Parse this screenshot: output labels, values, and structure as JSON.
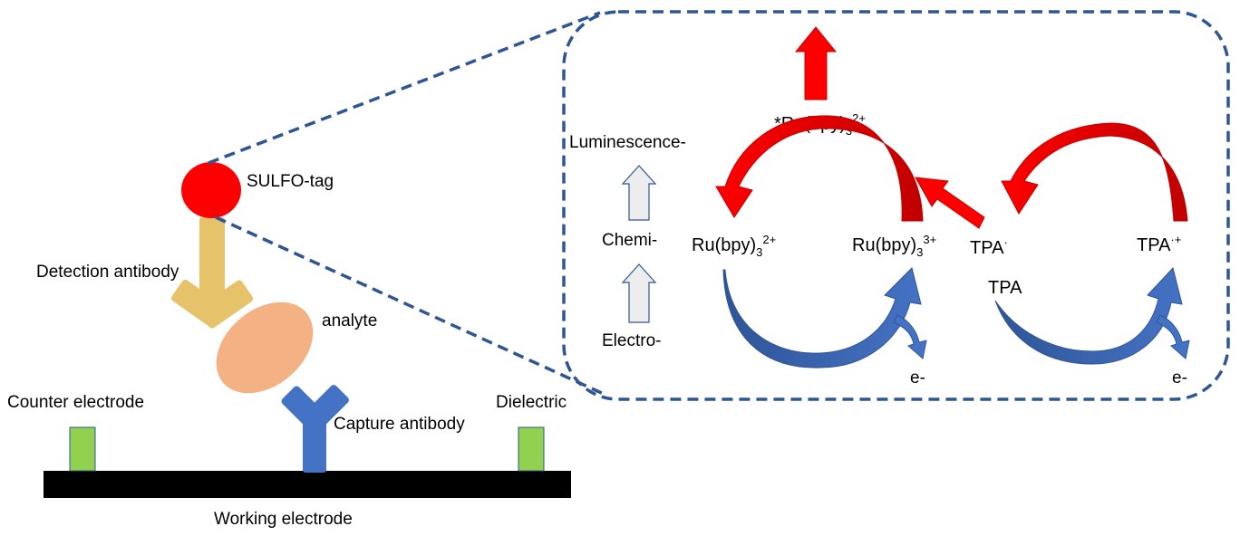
{
  "labels": {
    "sulfo_tag": "SULFO-tag",
    "detection_antibody": "Detection antibody",
    "analyte": "analyte",
    "capture_antibody": "Capture antibody",
    "counter_electrode": "Counter electrode",
    "dielectric": "Dielectric",
    "working_electrode": "Working electrode"
  },
  "inset": {
    "steps": [
      "Luminescence-",
      "Chemi-",
      "Electro-"
    ],
    "excited_state": {
      "base": "*Ru(bpy)",
      "sub": "3",
      "sup": "2+"
    },
    "ru2": {
      "base": "Ru(bpy)",
      "sub": "3",
      "sup": "2+"
    },
    "ru3": {
      "base": "Ru(bpy)",
      "sub": "3",
      "sup": "3+"
    },
    "tpa_radical": {
      "base": "TPA",
      "sup": "·"
    },
    "tpa_cation": {
      "base": "TPA",
      "sup": "·+"
    },
    "tpa": "TPA",
    "electron_1": "e-",
    "electron_2": "e-"
  },
  "colors": {
    "red_arrow": "#FF0000",
    "red_arrow_dark": "#C00000",
    "blue_arrow": "#4472C4",
    "blue_arrow_dark": "#2F5597",
    "sulfo_tag": "#FF0000",
    "detection_antibody": "#E6C36B",
    "analyte": "#F4B183",
    "capture_antibody": "#4472C4",
    "electrode_pad": "#92D050",
    "working_electrode": "#000000",
    "dashed_border": "#2F5597",
    "hollow_arrow_fill": "#EDEDED"
  }
}
